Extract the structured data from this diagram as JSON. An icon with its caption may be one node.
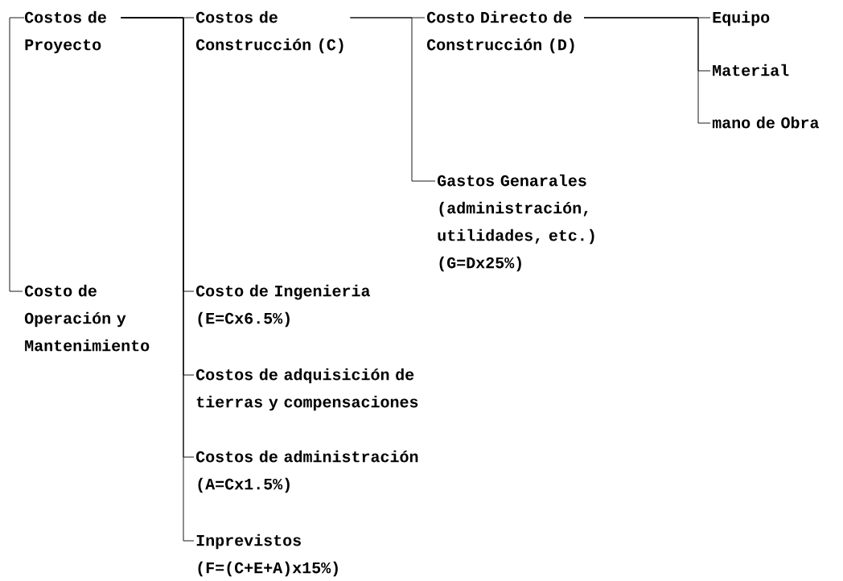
{
  "diagram": {
    "nodes": [
      {
        "text": [
          "Costos de Proyecto"
        ]
      },
      {
        "text": [
          "Costos de Construcción (C)"
        ]
      },
      {
        "text": [
          "Costo Directo de Construcción (D)"
        ]
      },
      {
        "text": [
          "Equipo"
        ]
      },
      {
        "text": [
          "Material"
        ]
      },
      {
        "text": [
          "mano de Obra"
        ]
      },
      {
        "text": [
          "Gastos Genarales (administración, utilidades, etc.) (G=Dx25%)"
        ]
      },
      {
        "text": [
          "Costo de Operación y Mantenimiento"
        ]
      },
      {
        "text": [
          "Costo de Ingenieria (E=Cx6.5%)"
        ]
      },
      {
        "text": [
          "Costos de adquisición de tierras y compensaciones"
        ]
      },
      {
        "text": [
          "Costos de administración (A=Cx1.5%)"
        ]
      },
      {
        "text": [
          "Inprevistos (F=(C+E+A)x15%)"
        ]
      }
    ],
    "edges": [
      {
        "from": 0,
        "to": 7,
        "arrow": "none"
      },
      {
        "from": 0,
        "to": 1,
        "arrow": "none"
      },
      {
        "from": 0,
        "to": 8,
        "arrow": "none"
      },
      {
        "from": 0,
        "to": 9,
        "arrow": "none"
      },
      {
        "from": 0,
        "to": 10,
        "arrow": "none"
      },
      {
        "from": 0,
        "to": 11,
        "arrow": "none"
      },
      {
        "from": 1,
        "to": 2,
        "arrow": "none"
      },
      {
        "from": 1,
        "to": 6,
        "arrow": "none"
      },
      {
        "from": 2,
        "to": 3,
        "arrow": "none"
      },
      {
        "from": 2,
        "to": 4,
        "arrow": "none"
      },
      {
        "from": 2,
        "to": 5,
        "arrow": "none"
      }
    ]
  }
}
